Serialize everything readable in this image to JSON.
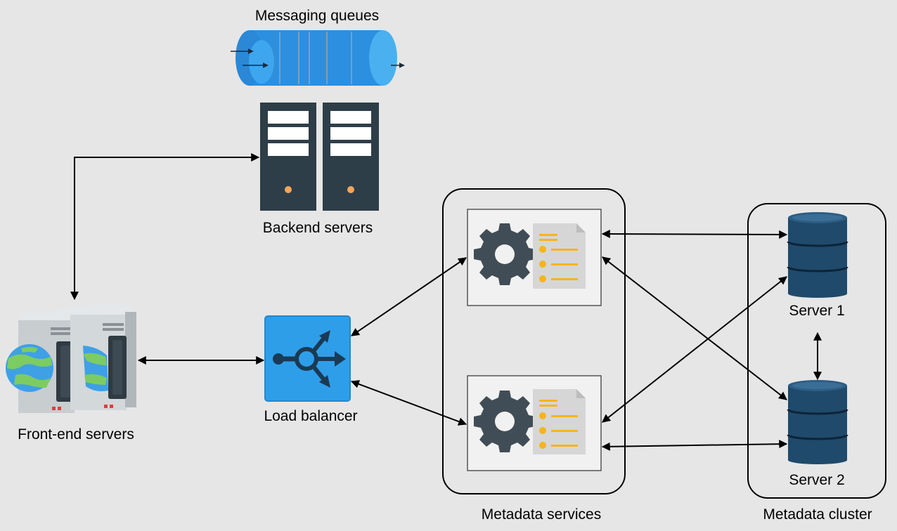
{
  "labels": {
    "messaging_queues": "Messaging queues",
    "backend_servers": "Backend servers",
    "frontend_servers": "Front-end servers",
    "load_balancer": "Load balancer",
    "metadata_services": "Metadata services",
    "metadata_cluster": "Metadata cluster",
    "server1": "Server 1",
    "server2": "Server 2"
  },
  "colors": {
    "background": "#e6e6e6",
    "queue_blue": "#2c8fe0",
    "load_balancer_blue": "#2f9ee8",
    "server_dark": "#2e3e48",
    "database_navy": "#1f4a6b",
    "gear": "#414d56",
    "doc_accent": "#f5b51b",
    "frontend_gray": "#c8cdd0",
    "globe_blue": "#3fa0e6",
    "globe_green": "#7ccc62"
  },
  "connections": [
    {
      "from": "Front-end servers",
      "to": "Backend servers",
      "direction": "bidirectional"
    },
    {
      "from": "Front-end servers",
      "to": "Load balancer",
      "direction": "bidirectional"
    },
    {
      "from": "Load balancer",
      "to": "Metadata service 1",
      "direction": "bidirectional"
    },
    {
      "from": "Load balancer",
      "to": "Metadata service 2",
      "direction": "bidirectional"
    },
    {
      "from": "Metadata service 1",
      "to": "Server 1",
      "direction": "bidirectional"
    },
    {
      "from": "Metadata service 1",
      "to": "Server 2",
      "direction": "bidirectional"
    },
    {
      "from": "Metadata service 2",
      "to": "Server 1",
      "direction": "bidirectional"
    },
    {
      "from": "Metadata service 2",
      "to": "Server 2",
      "direction": "bidirectional"
    },
    {
      "from": "Server 1",
      "to": "Server 2",
      "direction": "bidirectional"
    }
  ]
}
